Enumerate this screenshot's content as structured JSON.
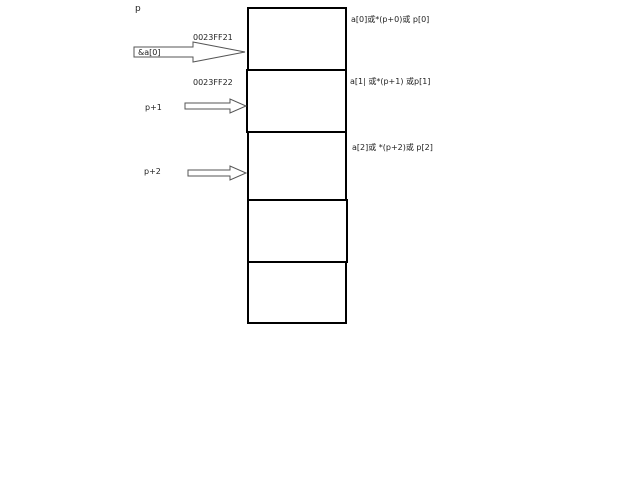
{
  "pointer_label": "p",
  "addresses": {
    "first": "0023FF21",
    "second": "0023FF22"
  },
  "arrows": {
    "base": "&a[0]",
    "plus_one": "p+1",
    "plus_two": "p+2"
  },
  "cells": [
    {
      "label": "a[0]或*(p+0)或 p[0]"
    },
    {
      "label": "a[1|  或*(p+1) 或p[1]"
    },
    {
      "label": "a[2]或 *(p+2)或 p[2]"
    },
    {
      "label": ""
    },
    {
      "label": ""
    }
  ],
  "colors": {
    "cell_border": "#000000",
    "arrow_stroke": "#555555",
    "text": "#222222"
  }
}
